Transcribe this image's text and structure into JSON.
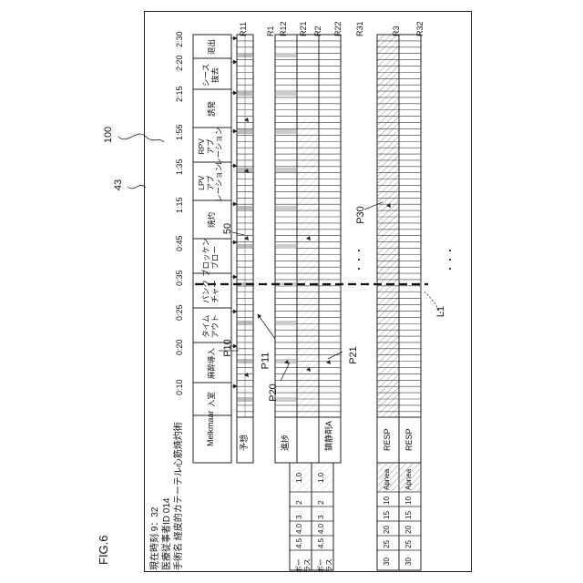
{
  "figure_label": "FIG.6",
  "references": {
    "device": "100",
    "screen": "43",
    "marker": "50",
    "line": "L1",
    "rows": [
      "R11",
      "R1",
      "R12",
      "R21",
      "R2",
      "R22",
      "R31",
      "R3",
      "R32"
    ],
    "pointers": [
      "P10",
      "P11",
      "P20",
      "P21",
      "P30"
    ]
  },
  "info": {
    "current_time": "現在時刻 9：32",
    "staff_id": "医療従事者ID 014",
    "procedure": "手術名 経皮的カテーテル心筋焼灼術"
  },
  "times": [
    "0:10",
    "0:20",
    "0:25",
    "0:35",
    "0:45",
    "1:15",
    "1:35",
    "1:55",
    "2:15",
    "2:20",
    "2:30"
  ],
  "steps": [
    "入室",
    "麻酔導入",
    "タイム\nアウト",
    "パンク\nチャー",
    "ブロッケン\nブロー",
    "焼灼",
    "LPV\nアブ\nレーション",
    "RPV\nアブ\nレーション",
    "誘発",
    "シース\n抜去",
    "退出"
  ],
  "row_labels": {
    "header": "Melkmaar",
    "plan": "予想",
    "progress": "進捗",
    "drug": "鎮静剤A",
    "resp1": "RESP",
    "resp2": "RESP"
  },
  "ellipsis": "・・・",
  "left_table": {
    "rows": [
      [
        "30",
        "25",
        "20",
        "15",
        "10",
        "Apnea"
      ],
      [
        "30",
        "25",
        "20",
        "15",
        "10",
        "Apnea"
      ],
      [
        "ボー\nラス",
        "4.5",
        "4.0",
        "3",
        "2",
        "1.0"
      ],
      [
        "ボー\nラス",
        "4.5",
        "4.0",
        "3",
        "2",
        "1.0"
      ]
    ]
  }
}
